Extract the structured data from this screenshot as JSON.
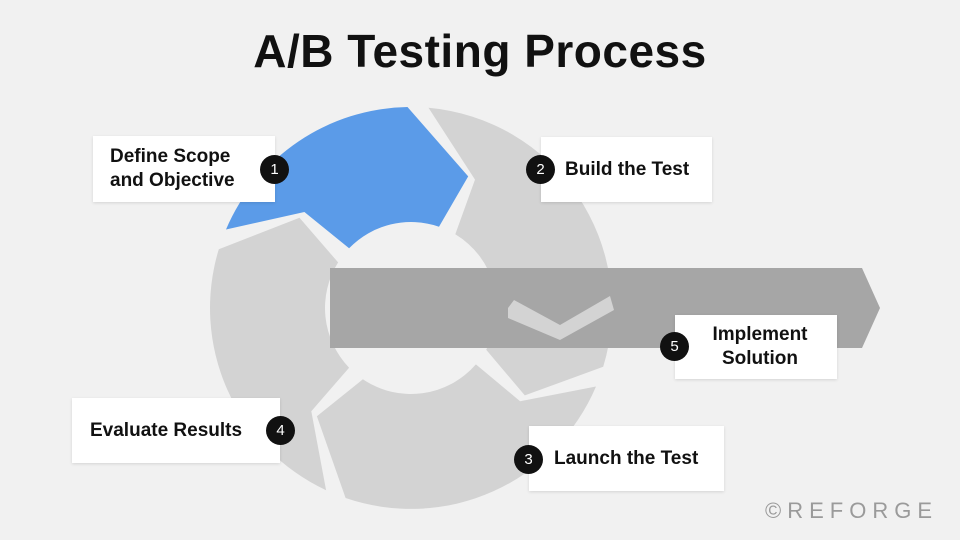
{
  "title": "A/B Testing Process",
  "steps": [
    {
      "number": "1",
      "label": "Define Scope and Objective",
      "color": "#5b9be8"
    },
    {
      "number": "2",
      "label": "Build the Test",
      "color": "#d3d3d3"
    },
    {
      "number": "3",
      "label": "Launch the Test",
      "color": "#d3d3d3"
    },
    {
      "number": "4",
      "label": "Evaluate Results",
      "color": "#d3d3d3"
    },
    {
      "number": "5",
      "label": "Implement Solution",
      "color": "#a6a6a6"
    }
  ],
  "brand": "©REFORGE",
  "colors": {
    "background": "#f1f1f1",
    "highlight": "#5b9be8",
    "cycle": "#d3d3d3",
    "arrow": "#a6a6a6",
    "text": "#111111"
  }
}
